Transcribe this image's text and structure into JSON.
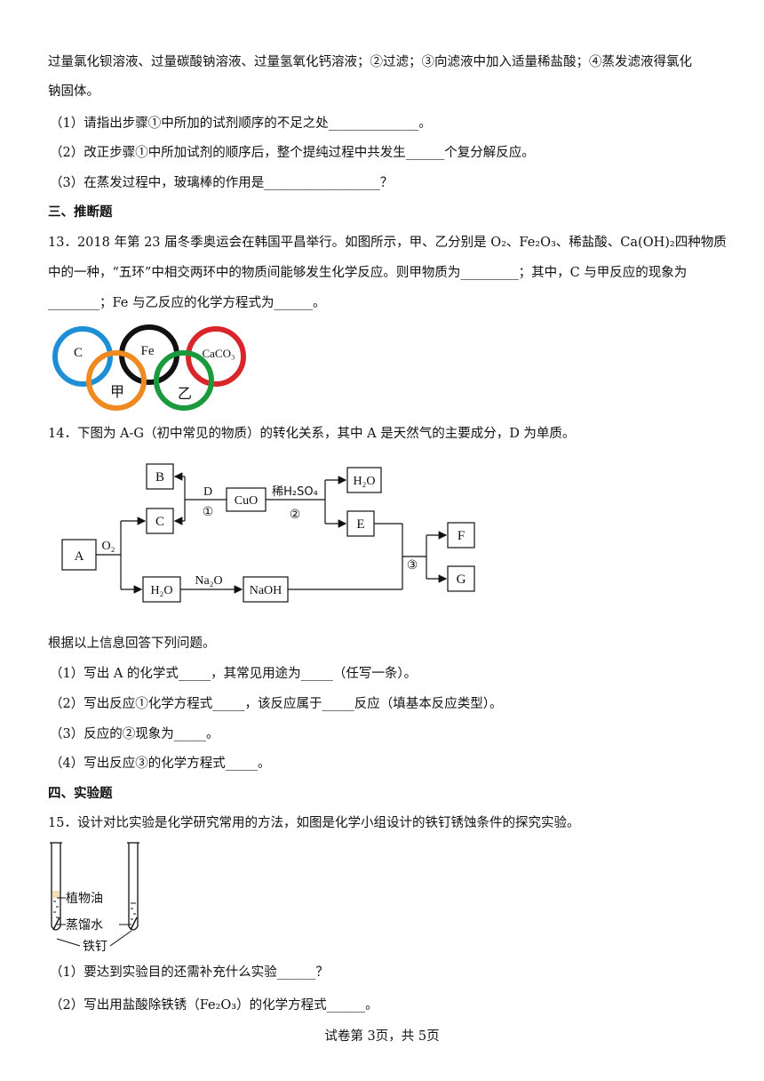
{
  "section2_cont": {
    "line1": "过量氯化钡溶液、过量碳酸钠溶液、过量氢氧化钙溶液；②过滤；③向滤液中加入适量稀盐酸；④蒸发滤液得氯化",
    "line2": "钠固体。",
    "q1": "（1）请指出步骤①中所加的试剂顺序的不足之处______________。",
    "q2": "（2）改正步骤①中所加试剂的顺序后，整个提纯过程中共发生______个复分解反应。",
    "q3": "（3）在蒸发过程中，玻璃棒的作用是__________________？"
  },
  "section3": {
    "heading": "三、推断题",
    "q13": {
      "line1": "13．2018 年第 23 届冬季奥运会在韩国平昌举行。如图所示，甲、乙分别是 O₂、Fe₂O₃、稀盐酸、Ca(OH)₂四种物质",
      "line2": "中的一种，“五环”中相交两环中的物质间能够发生化学反应。则甲物质为_________；其中，C 与甲反应的现象为",
      "line3": "________；Fe 与乙反应的化学方程式为______。",
      "rings": {
        "c": "C",
        "fe": "Fe",
        "caco3": "CaCO₃",
        "jia": "甲",
        "yi": "乙",
        "colors": {
          "c": "#1e8fd6",
          "fe": "#111111",
          "caco3": "#d9262b",
          "jia": "#ef8a23",
          "yi": "#1a9a3c"
        }
      }
    },
    "q14": {
      "intro": "14．下图为 A-G（初中常见的物质）的转化关系，其中 A 是天然气的主要成分，D 为单质。",
      "diagram": {
        "A": "A",
        "B": "B",
        "C": "C",
        "CuO": "CuO",
        "H2O_top": "H₂O",
        "E": "E",
        "F": "F",
        "G": "G",
        "H2O_bottom": "H₂O",
        "NaOH": "NaOH",
        "O2": "O₂",
        "D": "D",
        "r1": "①",
        "acid": "稀H₂SO₄",
        "r2": "②",
        "Na2O": "Na₂O",
        "r3": "③"
      },
      "lead": "根据以上信息回答下列问题。",
      "q1": "（1）写出 A 的化学式_____，其常见用途为_____（任写一条）。",
      "q2": "（2）写出反应①化学方程式_____，该反应属于_____反应（填基本反应类型）。",
      "q3": "（3）反应的②现象为_____。",
      "q4": "（4）写出反应③的化学方程式_____。"
    }
  },
  "section4": {
    "heading": "四、实验题",
    "q15": {
      "intro": "15．设计对比实验是化学研究常用的方法，如图是化学小组设计的铁钉锈蚀条件的探究实验。",
      "labels": {
        "oil": "植物油",
        "water": "蒸馏水",
        "nail": "铁钉"
      },
      "q1": "（1）要达到实验目的还需补充什么实验______？",
      "q2": "（2）写出用盐酸除铁锈（Fe₂O₃）的化学方程式______。"
    }
  },
  "footer": "试卷第 3页，共 5页"
}
